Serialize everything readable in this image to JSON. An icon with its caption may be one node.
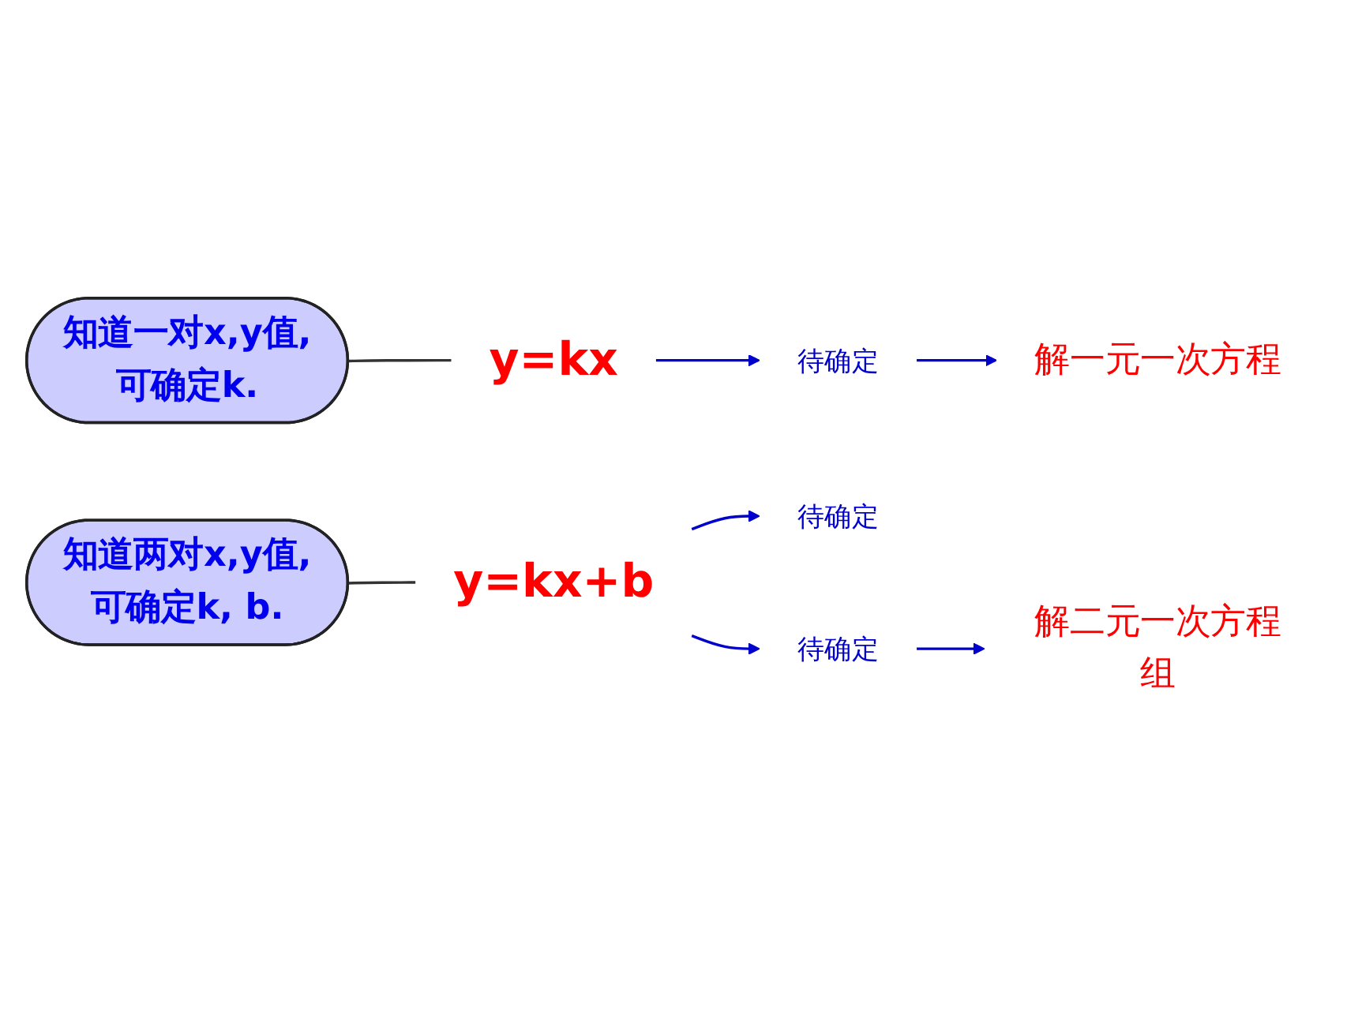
{
  "diagram": {
    "nodes": [
      {
        "text": [
          "y=kx"
        ]
      },
      {
        "text": [
          "知道一对x,y值,可确定k."
        ]
      },
      {
        "text": [
          "待确定"
        ]
      },
      {
        "text": [
          "解一元一次方程"
        ]
      },
      {
        "text": [
          "y=kx+b"
        ]
      },
      {
        "text": [
          "知道两对x,y值,可确定k, b."
        ]
      },
      {
        "text": [
          "待确定"
        ]
      },
      {
        "text": [
          "待确定"
        ]
      },
      {
        "text": [
          "解二元一次方程组"
        ]
      }
    ],
    "edges": [
      {
        "from": 1,
        "to": 0,
        "arrow": "none",
        "color": "#333333"
      },
      {
        "from": 0,
        "to": 2,
        "arrow": "to"
      },
      {
        "from": 2,
        "to": 3,
        "arrow": "to"
      },
      {
        "from": 5,
        "to": 4,
        "arrow": "none",
        "color": "#333333"
      },
      {
        "from": 4,
        "to": 6,
        "arrow": "to"
      },
      {
        "from": 4,
        "to": 7,
        "arrow": "to"
      },
      {
        "from": 7,
        "to": 8,
        "arrow": "to"
      }
    ]
  }
}
